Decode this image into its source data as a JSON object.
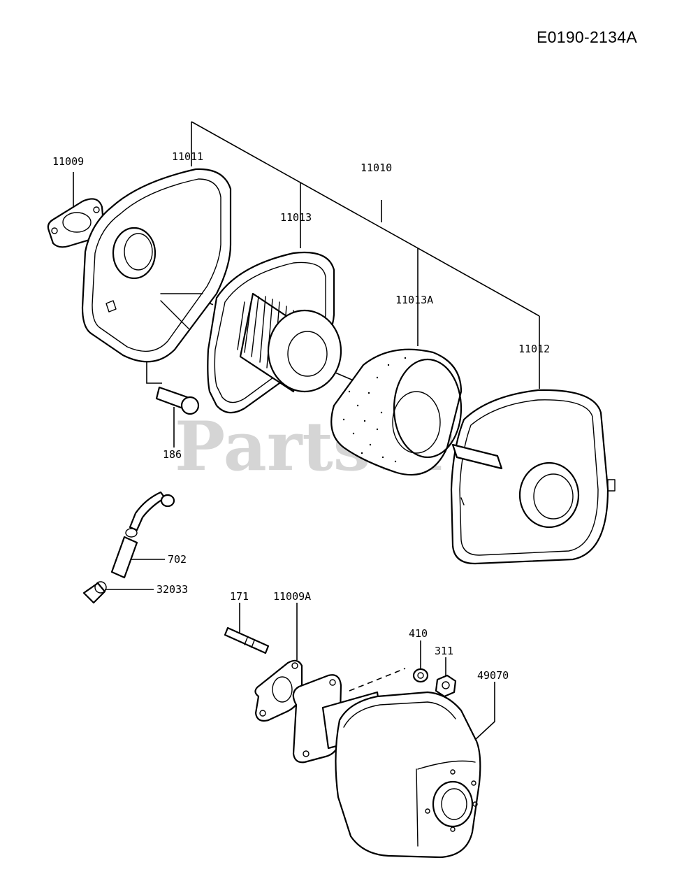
{
  "diagram_code": "E0190-2134A",
  "watermark": "PartsTree",
  "watermark_tm": "TM",
  "parts": {
    "p11009": "11009",
    "p11011": "11011",
    "p11010": "11010",
    "p11013": "11013",
    "p11013A": "11013A",
    "p11012": "11012",
    "p186": "186",
    "p702": "702",
    "p32033": "32033",
    "p171": "171",
    "p11009A": "11009A",
    "p410": "410",
    "p311": "311",
    "p49070": "49070"
  }
}
